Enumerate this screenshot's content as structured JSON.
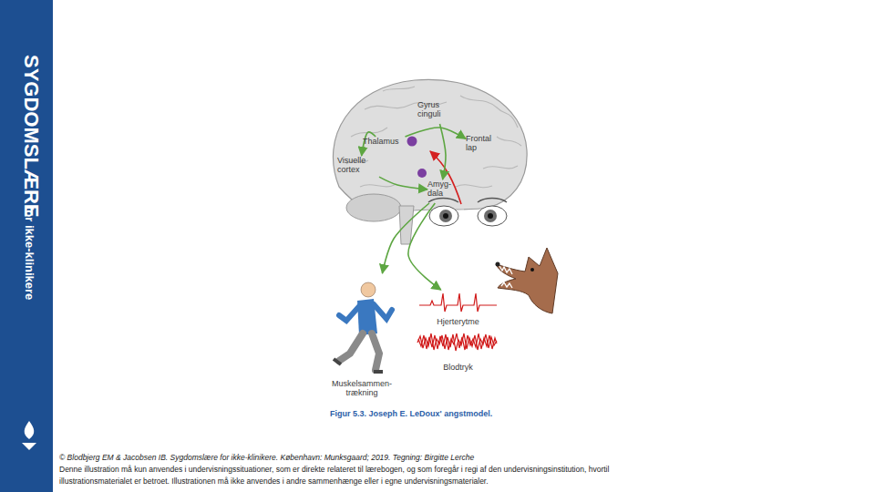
{
  "diagram": {
    "caption": "Figur 5.3. Joseph E. LeDoux' angstmodel.",
    "nodes": [
      {
        "text": [
          "Gyrus cinguli"
        ]
      },
      {
        "text": [
          "Thalamus"
        ]
      },
      {
        "text": [
          "Frontal lap"
        ]
      },
      {
        "text": [
          "Visuelle cortex"
        ]
      },
      {
        "text": [
          "Amyg- dala"
        ]
      },
      {
        "text": [
          "Hjerterytme"
        ]
      },
      {
        "text": [
          "Blodtryk"
        ]
      },
      {
        "text": [
          "Muskelsammen- trækning"
        ]
      }
    ],
    "edges": [
      {
        "from": 1,
        "to": 3,
        "arrow": "to"
      },
      {
        "from": 1,
        "to": 2,
        "arrow": "to"
      },
      {
        "from": 3,
        "to": 4,
        "arrow": "to"
      },
      {
        "from": 0,
        "to": 4,
        "arrow": "to"
      },
      {
        "from": 4,
        "to": 7,
        "arrow": "to"
      },
      {
        "from": 4,
        "to": 5,
        "arrow": "to"
      }
    ],
    "labels": [
      "SYGDOMSLÆRE",
      "for ikke-klinikere",
      "© Blodbjerg EM & Jacobsen IB. Sygdomslære for ikke-klinikere. København: Munksgaard; 2019. Tegning: Birgitte Lerche",
      "Denne illustration må kun anvendes i undervisningssituationer, som er direkte relateret til lærebogen, og som foregår i regi af den undervisningsinstitution, hvortil illustrationsmaterialet er betroet. Illustrationen må ikke anvendes i andre sammenhænge eller i egne undervisningsmaterialer."
    ]
  }
}
